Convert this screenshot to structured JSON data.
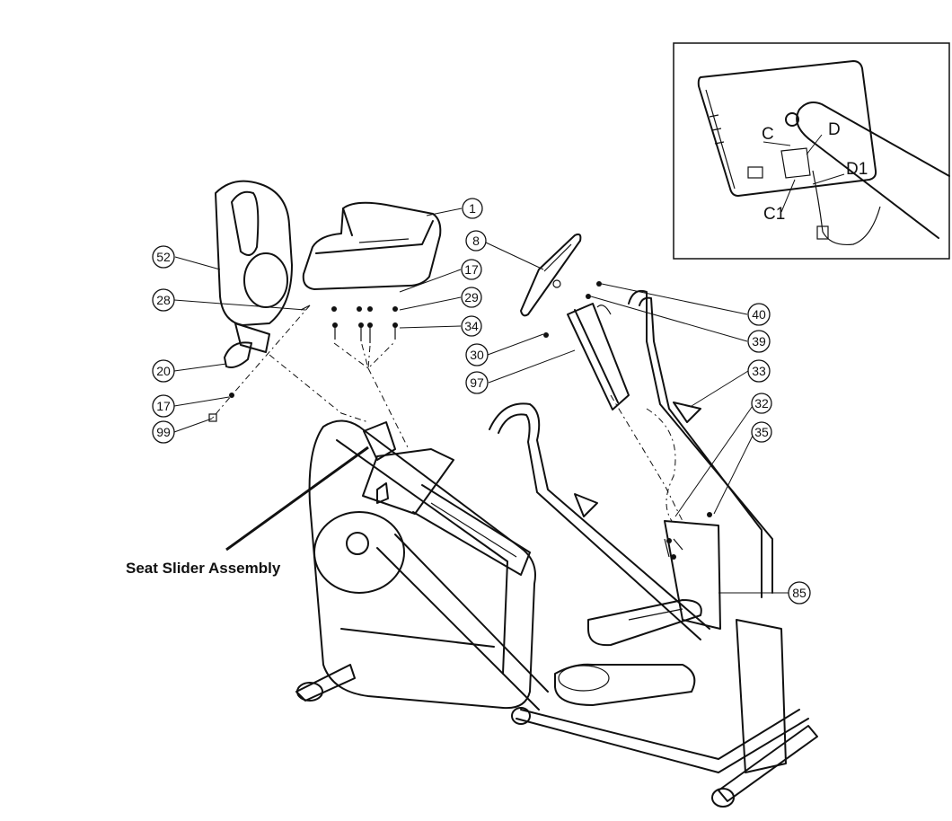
{
  "caption": "Seat Slider Assembly",
  "callouts": [
    {
      "id": "1",
      "label": "1"
    },
    {
      "id": "8",
      "label": "8"
    },
    {
      "id": "52",
      "label": "52"
    },
    {
      "id": "17a",
      "label": "17"
    },
    {
      "id": "28",
      "label": "28"
    },
    {
      "id": "29",
      "label": "29"
    },
    {
      "id": "34",
      "label": "34"
    },
    {
      "id": "20",
      "label": "20"
    },
    {
      "id": "30",
      "label": "30"
    },
    {
      "id": "40",
      "label": "40"
    },
    {
      "id": "39",
      "label": "39"
    },
    {
      "id": "97",
      "label": "97"
    },
    {
      "id": "33",
      "label": "33"
    },
    {
      "id": "17b",
      "label": "17"
    },
    {
      "id": "32",
      "label": "32"
    },
    {
      "id": "99",
      "label": "99"
    },
    {
      "id": "35",
      "label": "35"
    },
    {
      "id": "85",
      "label": "85"
    }
  ],
  "inset": {
    "labels": {
      "c": "C",
      "d": "D",
      "d1": "D1",
      "c1": "C1"
    }
  }
}
